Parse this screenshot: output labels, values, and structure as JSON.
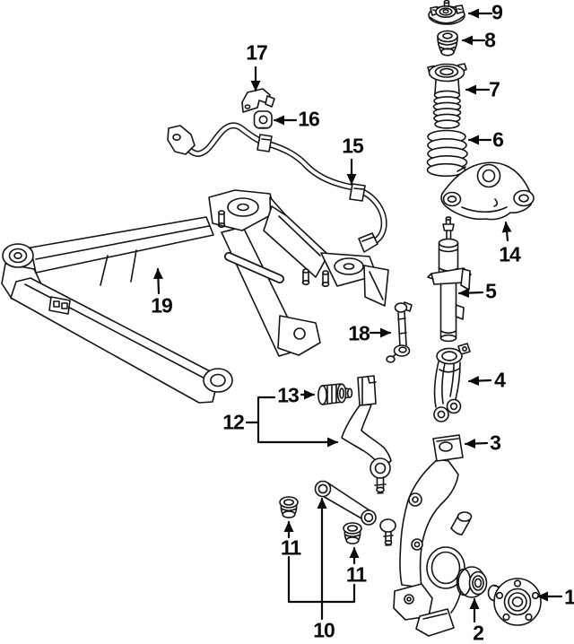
{
  "diagram": {
    "kind": "exploded-parts-diagram",
    "background_color": "#ffffff",
    "line_color": "#141414",
    "label_color": "#0a0a0a",
    "callouts": {
      "c1": {
        "n": "1",
        "part": "wheel-hub"
      },
      "c2": {
        "n": "2",
        "part": "wheel-bearing"
      },
      "c3": {
        "n": "3",
        "part": "steering-knuckle"
      },
      "c4": {
        "n": "4",
        "part": "strut-fork-bracket"
      },
      "c5": {
        "n": "5",
        "part": "strut-shock-absorber"
      },
      "c6": {
        "n": "6",
        "part": "coil-spring"
      },
      "c7": {
        "n": "7",
        "part": "strut-dust-cover"
      },
      "c8": {
        "n": "8",
        "part": "bump-stopper"
      },
      "c9": {
        "n": "9",
        "part": "strut-mount"
      },
      "c10": {
        "n": "10",
        "part": "front-lower-control-arm"
      },
      "c11": {
        "n": "11",
        "part": "lower-arm-bushing"
      },
      "c12": {
        "n": "12",
        "part": "rear-lower-control-arm"
      },
      "c13": {
        "n": "13",
        "part": "control-arm-bushing"
      },
      "c14": {
        "n": "14",
        "part": "upper-control-arm"
      },
      "c15": {
        "n": "15",
        "part": "stabilizer-bar"
      },
      "c16": {
        "n": "16",
        "part": "stabilizer-bar-bushing"
      },
      "c17": {
        "n": "17",
        "part": "stabilizer-bar-bracket"
      },
      "c18": {
        "n": "18",
        "part": "stabilizer-link"
      },
      "c19": {
        "n": "19",
        "part": "subframe-crossmember"
      }
    }
  }
}
